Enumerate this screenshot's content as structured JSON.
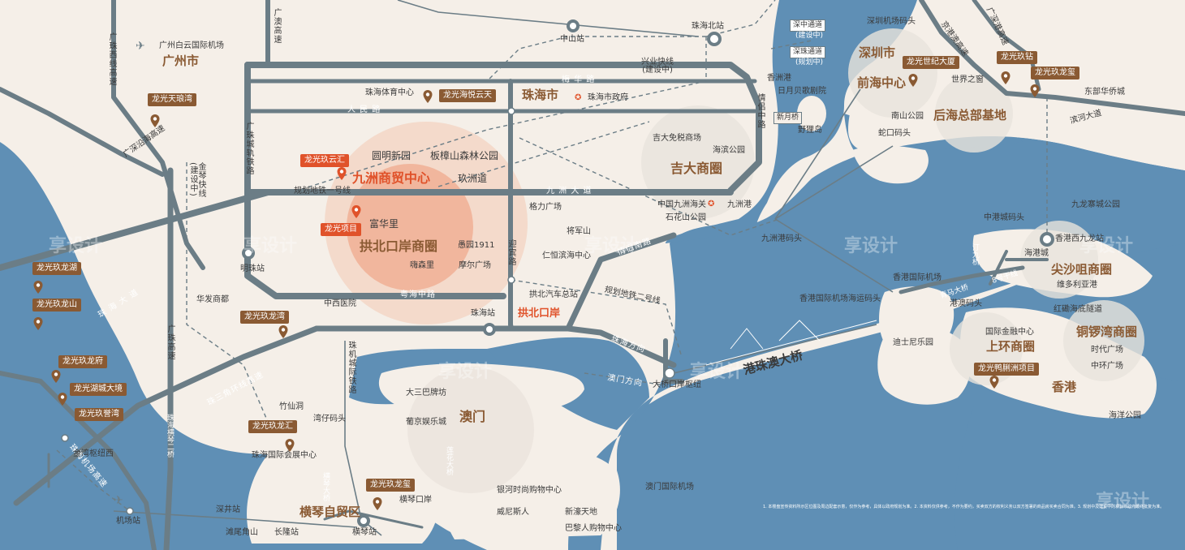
{
  "cities": {
    "guangzhou": "广州市",
    "zhuhai": "珠海市",
    "shenzhen": "深圳市",
    "macau": "澳门",
    "hongkong": "香港"
  },
  "airports": {
    "guangzhou_airport": "广州白云国际机场",
    "shenzhen_airport_pier": "深圳机场码头",
    "hk_airport": "香港国际机场",
    "hk_airport_pier": "香港国际机场海运码头",
    "macau_airport": "澳门国际机场",
    "airport_station": "机场站"
  },
  "project_tags": {
    "tianlang": "龙光天琅湾",
    "yueyuntian": "龙光海悦云天",
    "jiuyunhui": "龙光玖云汇",
    "project": "龙光项目",
    "longhu": "龙光玖龙湖",
    "longshan": "龙光玖龙山",
    "longwan": "龙光玖龙湾",
    "longfu": "龙光玖龙府",
    "huchengdajing": "龙光湖城大境",
    "yuwan": "龙光玖誉湾",
    "longhui": "龙光玖龙汇",
    "longxi": "龙光玖龙玺",
    "shijidasha": "龙光世纪大厦",
    "jiuzuan": "龙光玖钻",
    "jiulongxi_sz": "龙光玖龙玺",
    "yazhou": "龙光鸭脷洲项目"
  },
  "circles": {
    "jiuzhou": "九洲商贸中心",
    "gongbei": "拱北口岸商圈",
    "jida": "吉大商圈",
    "qianhai": "前海中心",
    "houhai": "后海总部基地",
    "tsimshatsui": "尖沙咀商圈",
    "central": "上环商圈",
    "causeway": "铜锣湾商圈",
    "hengqin": "横琴自贸区"
  },
  "roads": {
    "meihua": "梅 华 路",
    "renmin": "人 民 路",
    "jiuzhou_ave": "九 洲 大 道",
    "yuehai": "粤海中路",
    "qinglv_south": "情侣南路",
    "qinglv_middle": "情侣中路",
    "yingbin": "迎宾路",
    "metro1": "规划地铁一号线",
    "metro2": "规划地铁二号线",
    "zhuhai_dir": "珠海方向",
    "macau_dir": "澳门方向",
    "hzmb": "港珠澳大桥",
    "xingye": "兴业快线\n(建设中)",
    "shenzhong": "深中通道",
    "shenzhong_note": "(建设中)",
    "shenmao": "深珠通道",
    "shenmao_note": "(规划中)",
    "xinyue": "新月桥",
    "qinglonghu": "青马大桥",
    "tingjiu": "汀九桥",
    "bamaoza": "8号干线",
    "binhe": "滨河大道",
    "jinggang": "京港澳高速",
    "guangshen": "广深沿海高速",
    "guangzhu_west": "广珠西线高速",
    "guangao": "广澳高速",
    "guangzhu_east": "广珠城轨铁路",
    "jingang": "金琴快线\n(建设中)",
    "zhuhai_hq2": "珠海横琴二桥",
    "zhuji": "珠机城际铁路",
    "sanhuan": "珠三角环线高速",
    "zhuhai_airport": "珠海机场高速",
    "guangzhu": "广珠高速",
    "zhuhai_ave": "珠 海 大 道",
    "hengqin_bridge": "横琴大桥",
    "lianyou": "莲花大桥",
    "honghan": "红磡海底隧道",
    "yuanlang": "广深港高速"
  },
  "stations": {
    "zhongshan": "中山站",
    "zhuhai_north": "珠海北站",
    "mingzhu": "明珠站",
    "zhuhai": "珠海站",
    "hengqin": "横琴站",
    "shenjing": "深井站",
    "changlong": "长隆站",
    "jinwan": "金湾枢纽西",
    "tanwei": "滩尾角山",
    "hk_west": "香港西九龙站",
    "dongbuhuaqiao": "东部华侨城",
    "bridgehub": "大桥口岸枢纽"
  },
  "ports": {
    "xiangzhou": "香洲港",
    "jiuzhou_port": "九洲港码头",
    "jiuzhou_gang": "九洲港",
    "shekou": "蛇口码头",
    "zhongganger": "中港城码头",
    "gangao": "港澳码头",
    "wanzai": "湾仔码头",
    "hengqin_port": "横琴口岸",
    "gongbei_port": "拱北口岸"
  },
  "pois": {
    "sports": "珠海体育中心",
    "govt": "珠海市政府",
    "yuanming": "圆明新园",
    "banzhang": "板樟山森林公园",
    "jiuzhoudao": "玖洲道",
    "fuhuali": "富华里",
    "gelikuangchang": "格力广场",
    "jiangjunshan": "将军山",
    "renheng": "仁恒滨海中心",
    "dutyfree": "吉大免税商场",
    "haibin": "海滨公园",
    "customs": "中国九洲海关",
    "shihuashan": "石花山公园",
    "riyue": "日月贝歌剧院",
    "yelidao": "野狸岛",
    "yuyuan": "愚园1911",
    "moer": "摩尔广场",
    "xiuseli": "嗨森里",
    "bus": "拱北汽车总站",
    "zhongxi": "中西医院",
    "huafa": "华发商都",
    "zhuxiandong": "竹仙洞",
    "convention": "珠海国际会展中心",
    "dasanba": "大三巴牌坊",
    "puji": "葡京娱乐城",
    "galaxy": "银河时尚购物中心",
    "venetian": "威尼斯人",
    "xinhao": "新濠天地",
    "paris": "巴黎人购物中心",
    "nanshan": "南山公园",
    "world": "世界之窗",
    "kowloon_park": "九龙寨城公园",
    "harbour_city": "海港城",
    "victoria": "维多利亚港",
    "disney": "迪士尼乐园",
    "ifc": "国际金融中心",
    "times": "时代广场",
    "zhonghuan": "中环广场",
    "ocean": "海洋公园"
  },
  "watermark": "享设计",
  "disclaimer": "1. 本楼盘宣传资料所示区位图及周边配套示意，仅作为参考，具体以政府规划为准。2. 本资料仅供参考，不作为要约，买卖双方的权利义务以双方签署的商品房买卖合同为准。3. 规划中及建设中的项目以政府最终批复为准。"
}
